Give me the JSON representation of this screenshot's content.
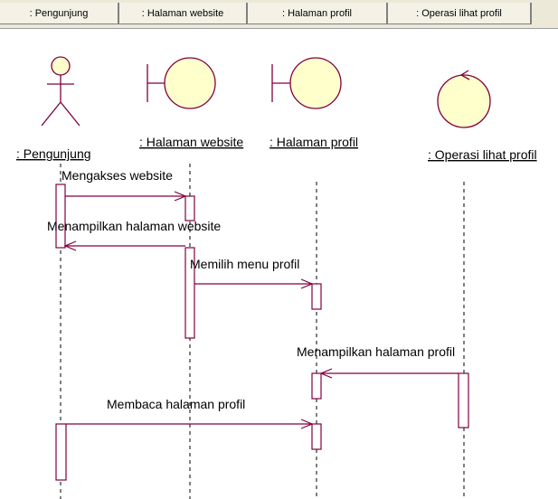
{
  "header": {
    "columns": [
      ": Pengunjung",
      ": Halaman website",
      ": Halaman profil",
      ": Operasi lihat profil"
    ]
  },
  "objects": {
    "pengunjung": {
      "label": ": Pengunjung",
      "icon": "actor-icon"
    },
    "halaman_website": {
      "label": ": Halaman website",
      "icon": "boundary-icon"
    },
    "halaman_profil": {
      "label": ": Halaman profil",
      "icon": "boundary-icon"
    },
    "operasi_lihat_profil": {
      "label": ": Operasi lihat profil",
      "icon": "control-icon"
    }
  },
  "messages": {
    "m1": "Mengakses website",
    "m2": "Menampilkan halaman website",
    "m3": "Memilih menu profil",
    "m4": "Menampilkan halaman profil",
    "m5": "Membaca halaman profil"
  },
  "colors": {
    "activation_stroke": "#800040",
    "lifeline": "#000000",
    "object_fill": "#ffffcc",
    "header_bg": "#ece9d8"
  }
}
